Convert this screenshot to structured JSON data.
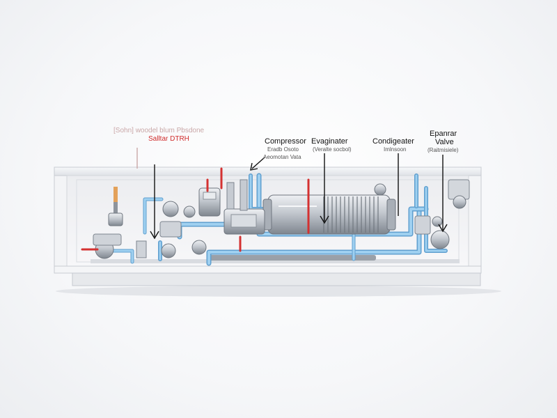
{
  "labels": {
    "top_left_line1": "[Sohn] woodel blum Pbsdone",
    "top_left_line2": "Salltar DTRH",
    "compressor": {
      "title": "Compressor",
      "line1": "Eradb Osoto",
      "line2": "Aeomotan Vata"
    },
    "evaporator": {
      "title": "Evaginater",
      "line1": "(Veralte socbol)"
    },
    "condenser": {
      "title": "Condigeater",
      "line1": "Imlnsoon"
    },
    "expansion_valve": {
      "title_line1": "Epanrar",
      "title_line2": "Valve",
      "line1": "(Raitmisiele)"
    }
  },
  "colors": {
    "pipe_blue": "#8dc4ea",
    "pipe_blue_dark": "#5f9fcf",
    "accent_red": "#d43131",
    "metal": "#b9bec6",
    "metal_dark": "#7d848e",
    "housing": "#f2f3f6",
    "housing_edge": "#c5c9d0"
  }
}
